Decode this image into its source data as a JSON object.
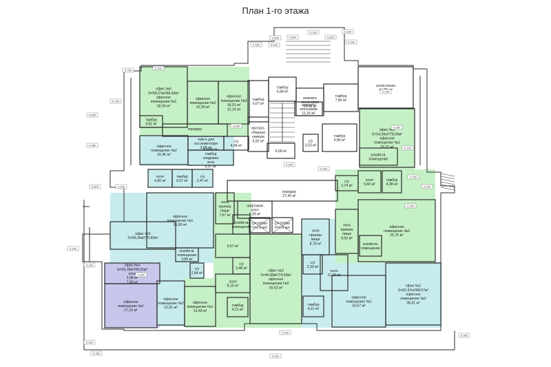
{
  "title": "План 1-го этажа",
  "colors": {
    "green": "#c6f0c6",
    "cyan": "#c8ecee",
    "lavender": "#c7c7ec",
    "wall": "#2b2b2b",
    "line": "#555555"
  },
  "rooms": [
    {
      "id": "r1",
      "color": "green",
      "lines": [
        "офис №6",
        "S=58,27м²/68,43м²",
        "офисное",
        "помещение №1",
        "18,05 м²"
      ]
    },
    {
      "id": "r2",
      "color": "green",
      "lines": [
        "офисное",
        "помещение №2",
        "10,35 м²"
      ]
    },
    {
      "id": "r3",
      "color": "green",
      "lines": [
        "офисное",
        "помещение №3",
        "18,01 м²",
        "10,16 м²"
      ]
    },
    {
      "id": "r4",
      "color": "green",
      "lines": [
        "тамбур",
        "4,91 м²"
      ]
    },
    {
      "id": "r5",
      "color": "green",
      "lines": [
        "коридор"
      ]
    },
    {
      "id": "r6",
      "color": "green",
      "lines": [
        "пом-е для",
        "хоз.инвентаря",
        "3,68 м²"
      ]
    },
    {
      "id": "r7",
      "color": "green",
      "lines": [
        "с/у",
        "4,99 м²"
      ]
    },
    {
      "id": "r8",
      "color": "cyan",
      "lines": [
        "офисное",
        "помещение №2",
        "16,46 м²"
      ]
    },
    {
      "id": "r9",
      "color": "cyan",
      "lines": [
        "хозяйств.",
        "тамбур",
        "кладовка",
        "зона",
        "6,97 м²"
      ]
    },
    {
      "id": "r10",
      "color": "cyan",
      "lines": [
        "холл",
        "4,30 м²"
      ]
    },
    {
      "id": "r11",
      "color": "cyan",
      "lines": [
        "тамбур",
        "6,57 м²"
      ]
    },
    {
      "id": "r12",
      "color": "cyan",
      "lines": [
        "с/у",
        "2,47 м²"
      ]
    },
    {
      "id": "r13",
      "color": "cyan",
      "lines": [
        "офисное",
        "помещение №1",
        "26,80 м²"
      ]
    },
    {
      "id": "r14",
      "color": "cyan",
      "lines": [
        "офис №5",
        "S=55,26м²/70,83м²"
      ]
    },
    {
      "id": "r15",
      "color": "cyan",
      "lines": [
        "хозяйств.",
        "помещение",
        "3,85 м²"
      ]
    },
    {
      "id": "r16",
      "color": "cyan",
      "lines": [
        "с/у",
        "2,84 м²"
      ]
    },
    {
      "id": "r17",
      "color": "lavender",
      "lines": [
        "офис №4",
        "S=39,18м²/48,91м²",
        "холл",
        "3,98 м²",
        "7,89 м²"
      ]
    },
    {
      "id": "r18",
      "color": "lavender",
      "lines": [
        "офисное",
        "помещение №1",
        "17,19 м²"
      ]
    },
    {
      "id": "r19",
      "color": "cyan",
      "lines": [
        "офисное",
        "помещение №2",
        "12,91 м²"
      ]
    },
    {
      "id": "r20",
      "color": "green",
      "lines": [
        "зона",
        "приема",
        "пищи",
        "7,67 м²"
      ]
    },
    {
      "id": "r21",
      "color": "green",
      "lines": [
        "хозяйств.",
        "помещение"
      ]
    },
    {
      "id": "r22",
      "color": "green",
      "lines": [
        "6,67 м²"
      ]
    },
    {
      "id": "r23",
      "color": "green",
      "lines": [
        "с/у",
        "2,48 м²"
      ]
    },
    {
      "id": "r24",
      "color": "green",
      "lines": [
        "холл",
        "8,19 м²"
      ]
    },
    {
      "id": "r25",
      "color": "green",
      "lines": [
        "офисное",
        "помещение №1",
        "13,49 м²"
      ]
    },
    {
      "id": "r26",
      "color": "green",
      "lines": [
        "тамбур",
        "4,21 м²"
      ]
    },
    {
      "id": "r27",
      "color": "green",
      "lines": [
        "офис №3",
        "S=44,89м²/74,63м²",
        "офисное",
        "помещение №2",
        "30,62 м²"
      ]
    },
    {
      "id": "r28",
      "color": "cyan",
      "lines": [
        "зона",
        "приема",
        "пищи",
        "8,78 м²"
      ]
    },
    {
      "id": "r29",
      "color": "cyan",
      "lines": [
        "с/у",
        "2,30 м²"
      ]
    },
    {
      "id": "r30",
      "color": "cyan",
      "lines": [
        "холл",
        "11,18 м²"
      ]
    },
    {
      "id": "r31",
      "color": "cyan",
      "lines": [
        "тамбур",
        "4,21 м²"
      ]
    },
    {
      "id": "r32",
      "color": "cyan",
      "lines": [
        "офисное",
        "помещение №1",
        "24,67 м²"
      ]
    },
    {
      "id": "r33",
      "color": "cyan",
      "lines": [
        "офис №2",
        "S=62,47м²/88,57м²",
        "офисное",
        "помещение №2",
        "38,41 м²"
      ]
    },
    {
      "id": "r34",
      "color": "green",
      "lines": [
        "зона",
        "приема",
        "пищи",
        "9,50 м²"
      ]
    },
    {
      "id": "r35",
      "color": "green",
      "lines": [
        "хозяйств.",
        "помещение"
      ]
    },
    {
      "id": "r36",
      "color": "green",
      "lines": [
        "офисное",
        "помещение №2",
        "25,75 м²"
      ]
    },
    {
      "id": "r37",
      "color": "green",
      "lines": [
        "с/у",
        "2,74 м²"
      ]
    },
    {
      "id": "r38",
      "color": "green",
      "lines": [
        "холл",
        "6,60 м²"
      ]
    },
    {
      "id": "r39",
      "color": "green",
      "lines": [
        "тамбур",
        "4,38 м²"
      ]
    },
    {
      "id": "r40",
      "color": "green",
      "lines": [
        "офис №1",
        "S=54,56м²/78,60м²",
        "офисное",
        "помещение №1",
        "29,21 м²"
      ]
    },
    {
      "id": "r41",
      "color": "green",
      "lines": [
        "хозяйств.",
        "помещение"
      ]
    },
    {
      "id": "r42",
      "color": "white",
      "lines": [
        "тамбур",
        "6,67 м²"
      ]
    },
    {
      "id": "r43",
      "color": "white",
      "lines": [
        "тамбур",
        "6,68 м²"
      ]
    },
    {
      "id": "r44",
      "color": "white",
      "lines": [
        "комната",
        "консьержа",
        "14,26 м²"
      ]
    },
    {
      "id": "r45",
      "color": "white",
      "lines": [
        "мусоро-",
        "сборная",
        "камера",
        "5,92 м²"
      ]
    },
    {
      "id": "r46",
      "color": "white",
      "lines": [
        "6,68 м²"
      ]
    },
    {
      "id": "r47",
      "color": "white",
      "lines": [
        "тамбур",
        "7,86 м²"
      ]
    },
    {
      "id": "r48",
      "color": "white",
      "lines": [
        "комната",
        "консьержа",
        "11,16 м²"
      ]
    },
    {
      "id": "r49",
      "color": "white",
      "lines": [
        "тамбур",
        "9,00 м²"
      ]
    },
    {
      "id": "r50",
      "color": "white",
      "lines": [
        "с/у",
        "3,53 м²"
      ]
    },
    {
      "id": "r51",
      "color": "white",
      "lines": [
        "колясочная",
        "14,95 м²"
      ]
    },
    {
      "id": "r52",
      "color": "white",
      "lines": [
        "коридор",
        "27,43 м²"
      ]
    },
    {
      "id": "r53",
      "color": "white",
      "lines": [
        "лифтовой",
        "холл",
        "9,39 м²"
      ]
    },
    {
      "id": "r54",
      "color": "white",
      "lines": [
        "Q=1000кг",
        "V=1,6 м/с"
      ]
    },
    {
      "id": "r55",
      "color": "white",
      "lines": [
        "Q=1000кг",
        "V=1,6 м/с"
      ]
    }
  ],
  "dimensions": [
    "0.920",
    "0.150",
    "0.600",
    "0.620",
    "0.030",
    "0.150",
    "0.150",
    "0.450",
    "0.750",
    "0.450",
    "0.380",
    "0.730",
    "0.600",
    "0.150",
    "0.150",
    "0.180",
    "0.450",
    "0.150",
    "0.150",
    "0.150",
    "0.150",
    "0.150",
    "0.150",
    "0.150",
    "0.150",
    "0.150",
    "0.150",
    "0.150",
    "0.150",
    "0.150",
    "0.300",
    "0.180"
  ]
}
